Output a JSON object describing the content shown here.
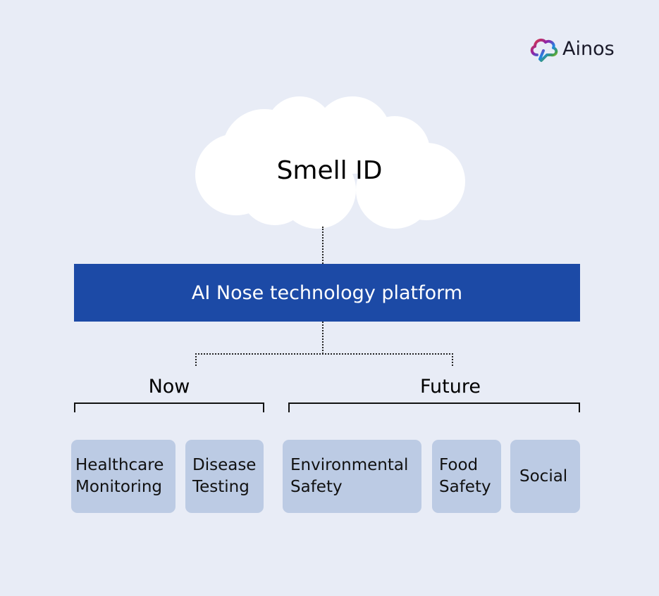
{
  "logo": {
    "name": "Ainos"
  },
  "cloud": {
    "label": "Smell ID"
  },
  "platform": {
    "label": "AI Nose technology platform"
  },
  "groups": [
    {
      "label": "Now",
      "items": [
        {
          "line1": "Healthcare",
          "line2": "Monitoring"
        },
        {
          "line1": "Disease",
          "line2": "Testing"
        }
      ]
    },
    {
      "label": "Future",
      "items": [
        {
          "line1": "Environmental",
          "line2": "Safety"
        },
        {
          "line1": "Food",
          "line2": "Safety"
        },
        {
          "line1": "Social",
          "line2": ""
        }
      ]
    }
  ],
  "colors": {
    "background": "#e8ecf6",
    "platform": "#1c4aa6",
    "box": "#bccbe4"
  }
}
